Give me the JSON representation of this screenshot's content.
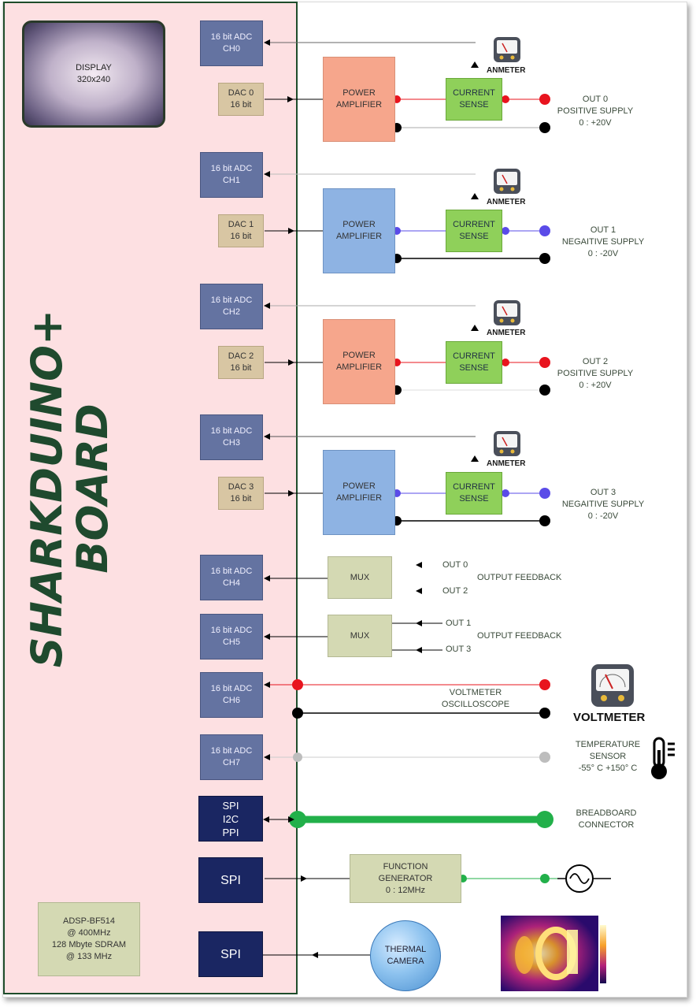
{
  "display": {
    "line1": "DISPLAY",
    "line2": "320x240"
  },
  "board_logo": {
    "line1": "SHARKDUINO+",
    "line2": "BOARD"
  },
  "adc": [
    {
      "l1": "16 bit ADC",
      "l2": "CH0"
    },
    {
      "l1": "16 bit ADC",
      "l2": "CH1"
    },
    {
      "l1": "16 bit ADC",
      "l2": "CH2"
    },
    {
      "l1": "16 bit ADC",
      "l2": "CH3"
    },
    {
      "l1": "16 bit ADC",
      "l2": "CH4"
    },
    {
      "l1": "16 bit ADC",
      "l2": "CH5"
    },
    {
      "l1": "16 bit ADC",
      "l2": "CH6"
    },
    {
      "l1": "16 bit ADC",
      "l2": "CH7"
    }
  ],
  "dac": [
    {
      "l1": "DAC 0",
      "l2": "16 bit"
    },
    {
      "l1": "DAC 1",
      "l2": "16 bit"
    },
    {
      "l1": "DAC 2",
      "l2": "16 bit"
    },
    {
      "l1": "DAC 3",
      "l2": "16 bit"
    }
  ],
  "power_amp": {
    "l1": "POWER",
    "l2": "AMPLIFIER"
  },
  "current_sense": {
    "l1": "CURRENT",
    "l2": "SENSE"
  },
  "anmeter_label": "ANMETER",
  "outputs": [
    {
      "l1": "OUT 0",
      "l2": "POSITIVE SUPPLY",
      "l3": "0 : +20V"
    },
    {
      "l1": "OUT 1",
      "l2": "NEGAITIVE SUPPLY",
      "l3": "0 : -20V"
    },
    {
      "l1": "OUT 2",
      "l2": "POSITIVE SUPPLY",
      "l3": "0 : +20V"
    },
    {
      "l1": "OUT 3",
      "l2": "NEGAITIVE SUPPLY",
      "l3": "0 : -20V"
    }
  ],
  "mux_label": "MUX",
  "mux1": {
    "a": "OUT 0",
    "b": "OUT 2",
    "feedback": "OUTPUT FEEDBACK"
  },
  "mux2": {
    "a": "OUT 1",
    "b": "OUT 3",
    "feedback": "OUTPUT FEEDBACK"
  },
  "voltmeter": {
    "l1": "VOLTMETER",
    "l2": "OSCILLOSCOPE",
    "badge": "VOLTMETER"
  },
  "temperature": {
    "l1": "TEMPERATURE",
    "l2": "SENSOR",
    "l3": "-55° C +150° C"
  },
  "bus": {
    "l1": "SPI",
    "l2": "I2C",
    "l3": "PPI"
  },
  "breadboard": {
    "l1": "BREADBOARD",
    "l2": "CONNECTOR"
  },
  "spi_label": "SPI",
  "function_generator": {
    "l1": "FUNCTION",
    "l2": "GENERATOR",
    "l3": "0 : 12MHz"
  },
  "thermal_camera": {
    "l1": "THERMAL",
    "l2": "CAMERA"
  },
  "cpu": {
    "l1": "ADSP-BF514",
    "l2": "@ 400MHz",
    "l3": "128 Mbyte SDRAM",
    "l4": "@ 133 MHz"
  },
  "colors": {
    "red": "#e8141e",
    "blue": "#5a4be8",
    "black": "#000000",
    "green": "#22b04a",
    "gray": "#bdbdbd"
  }
}
